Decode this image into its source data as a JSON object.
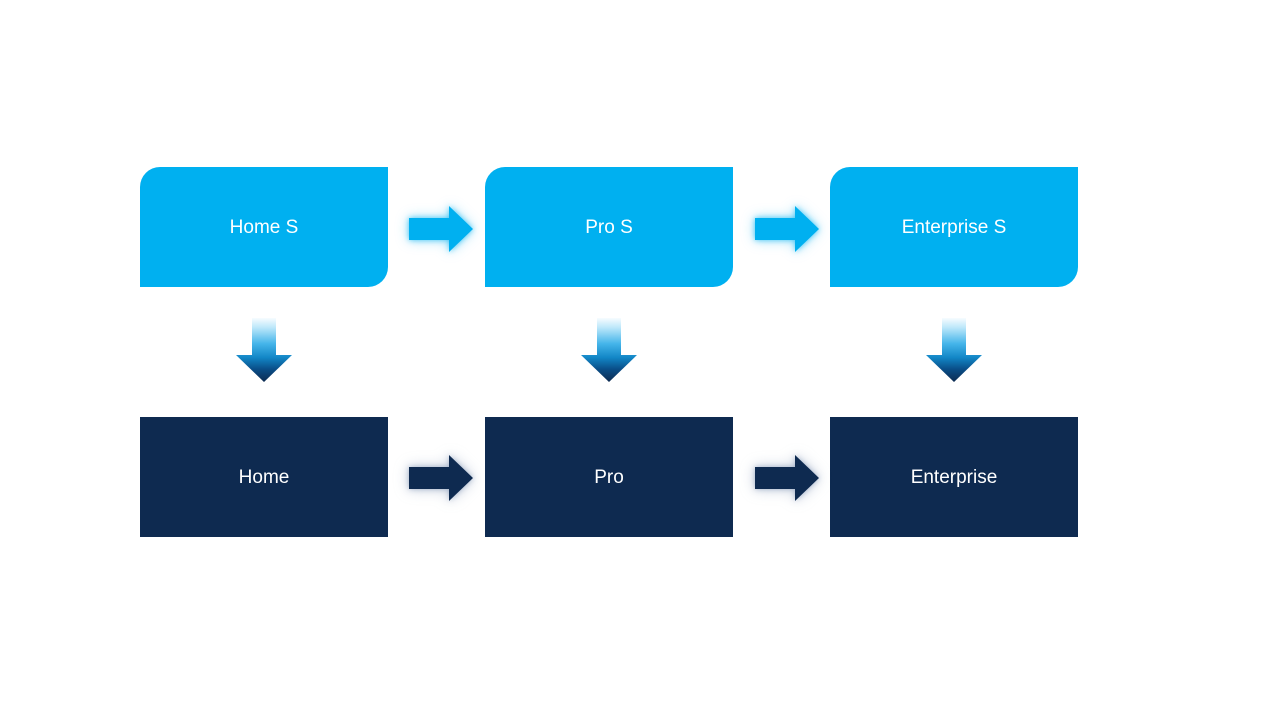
{
  "colors": {
    "background": "#FFFFFF",
    "top_box_fill": "#00B0F0",
    "bottom_box_fill": "#0E2A50",
    "box_text": "#FFFFFF",
    "down_arrow_gradient": [
      "#F7FCFF",
      "#BCE7FA",
      "#45B5EA",
      "#1286C6",
      "#0A4E88",
      "#0D2A50"
    ]
  },
  "diagram": {
    "columns": [
      {
        "top_label": "Home S",
        "bottom_label": "Home"
      },
      {
        "top_label": "Pro S",
        "bottom_label": "Pro"
      },
      {
        "top_label": "Enterprise S",
        "bottom_label": "Enterprise"
      }
    ]
  }
}
